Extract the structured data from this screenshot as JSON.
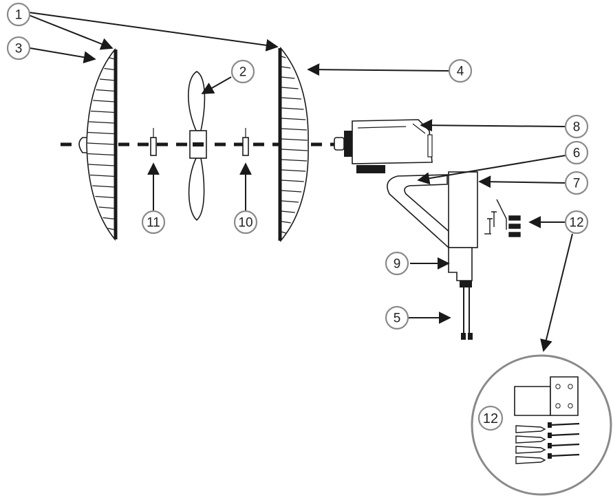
{
  "diagram": {
    "callouts": [
      {
        "id": "1",
        "label": "1",
        "part": "front-and-rear-guard"
      },
      {
        "id": "2",
        "label": "2",
        "part": "fan-blade"
      },
      {
        "id": "3",
        "label": "3",
        "part": "front-guard"
      },
      {
        "id": "4",
        "label": "4",
        "part": "rear-guard"
      },
      {
        "id": "5",
        "label": "5",
        "part": "power-cord"
      },
      {
        "id": "6",
        "label": "6",
        "part": "wall-mount-arm"
      },
      {
        "id": "7",
        "label": "7",
        "part": "mount-bracket"
      },
      {
        "id": "8",
        "label": "8",
        "part": "motor-housing"
      },
      {
        "id": "9",
        "label": "9",
        "part": "control-switch"
      },
      {
        "id": "10",
        "label": "10",
        "part": "rear-spinner"
      },
      {
        "id": "11",
        "label": "11",
        "part": "front-spinner"
      },
      {
        "id": "12",
        "label": "12",
        "part": "mounting-hardware"
      }
    ],
    "inset": {
      "label": "12"
    },
    "colors": {
      "line": "#1a1a1a",
      "callout_border": "#8a8a8a",
      "background": "#ffffff"
    }
  }
}
